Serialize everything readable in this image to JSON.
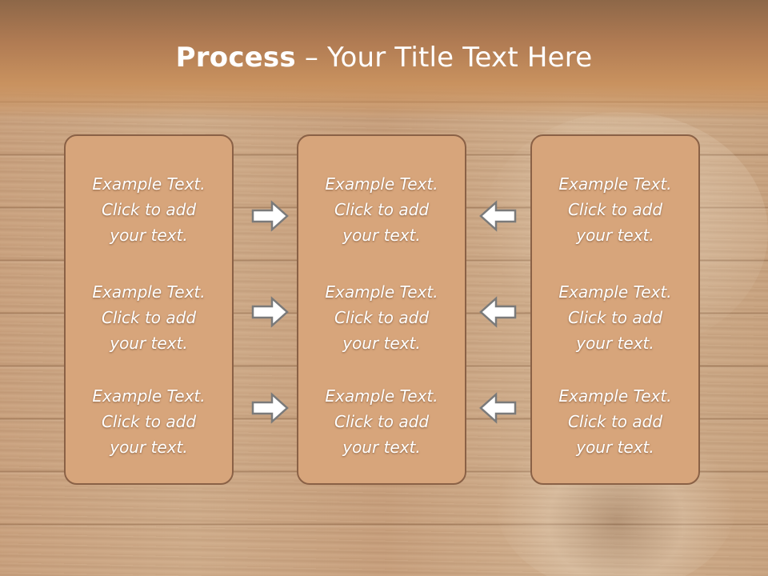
{
  "title": {
    "bold": "Process",
    "separator": "–",
    "rest": "Your Title Text Here"
  },
  "columns": [
    {
      "items": [
        {
          "line1": "Example Text.",
          "line2": "Click  to add",
          "line3": "your text."
        },
        {
          "line1": "Example Text.",
          "line2": "Click  to add",
          "line3": "your text."
        },
        {
          "line1": "Example Text.",
          "line2": "Click  to add",
          "line3": "your text."
        }
      ]
    },
    {
      "items": [
        {
          "line1": "Example Text.",
          "line2": "Click  to add",
          "line3": "your text."
        },
        {
          "line1": "Example Text.",
          "line2": "Click  to add",
          "line3": "your text."
        },
        {
          "line1": "Example Text.",
          "line2": "Click  to add",
          "line3": "your text."
        }
      ]
    },
    {
      "items": [
        {
          "line1": "Example Text.",
          "line2": "Click  to add",
          "line3": "your text."
        },
        {
          "line1": "Example Text.",
          "line2": "Click  to add",
          "line3": "your text."
        },
        {
          "line1": "Example Text.",
          "line2": "Click  to add",
          "line3": "your text."
        }
      ]
    }
  ],
  "icons": {
    "right_arrow": "right-arrow-icon",
    "left_arrow": "left-arrow-icon"
  },
  "colors": {
    "header": "#b07b53",
    "box_fill": "#d7a57b",
    "box_border": "#8a6146",
    "text": "#ffffff"
  }
}
